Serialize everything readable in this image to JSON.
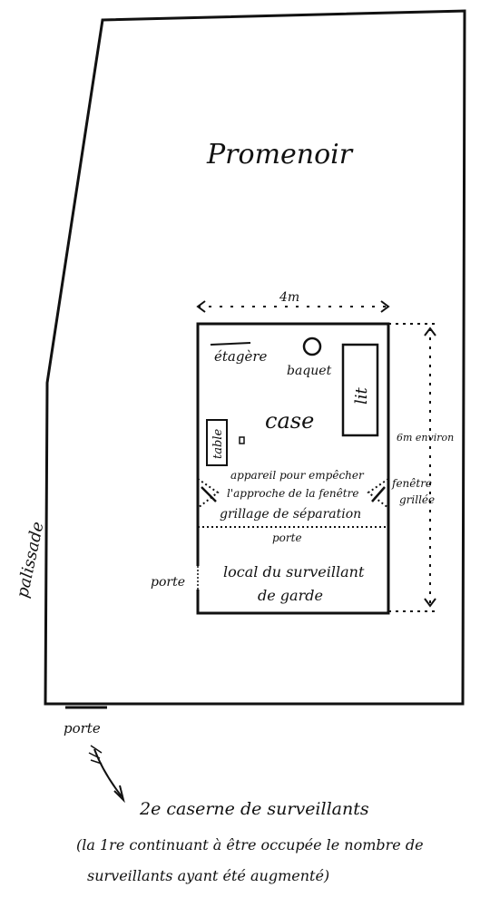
{
  "labels": {
    "promenoir": "Promenoir",
    "width": "4m",
    "etagere": "étagère",
    "baquet": "baquet",
    "lit": "lit",
    "case": "case",
    "table": "table",
    "height": "6m environ",
    "appareil_1": "appareil pour empêcher",
    "appareil_2": "l'approche de la fenêtre",
    "grillage": "grillage de séparation",
    "fenetre_1": "fenêtre",
    "fenetre_2": "grillée",
    "porte_inner": "porte",
    "porte_left": "porte",
    "local_1": "local du surveillant",
    "local_2": "de garde",
    "palissade": "palissade",
    "porte_bottom": "porte",
    "caserne": "2e caserne de surveillants",
    "note_1": "(la 1re continuant à être occupée le nombre de",
    "note_2": "surveillants ayant été augmenté)"
  }
}
